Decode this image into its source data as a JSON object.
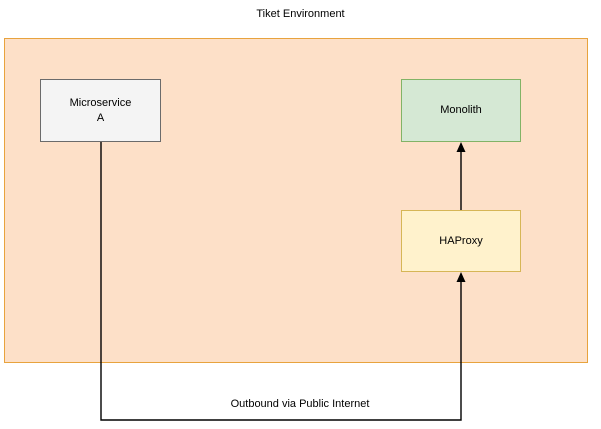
{
  "diagram": {
    "title": "Tiket Environment",
    "container": {
      "name": "tiket-environment-boundary",
      "fill": "#fde0c8",
      "stroke": "#e8a33d"
    },
    "nodes": [
      {
        "id": "microservice-a",
        "label": "Microservice\nA",
        "fill": "#f4f4f4",
        "stroke": "#6b6b6b"
      },
      {
        "id": "monolith",
        "label": "Monolith",
        "fill": "#d5e8d4",
        "stroke": "#82b366"
      },
      {
        "id": "haproxy",
        "label": "HAProxy",
        "fill": "#fff2cc",
        "stroke": "#d6b656"
      }
    ],
    "edges": [
      {
        "id": "haproxy-to-monolith",
        "from": "haproxy",
        "to": "monolith",
        "label": "",
        "color": "#000000"
      },
      {
        "id": "microservice-a-to-haproxy",
        "from": "microservice-a",
        "to": "haproxy",
        "label": "Outbound via Public Internet",
        "color": "#000000"
      }
    ]
  }
}
